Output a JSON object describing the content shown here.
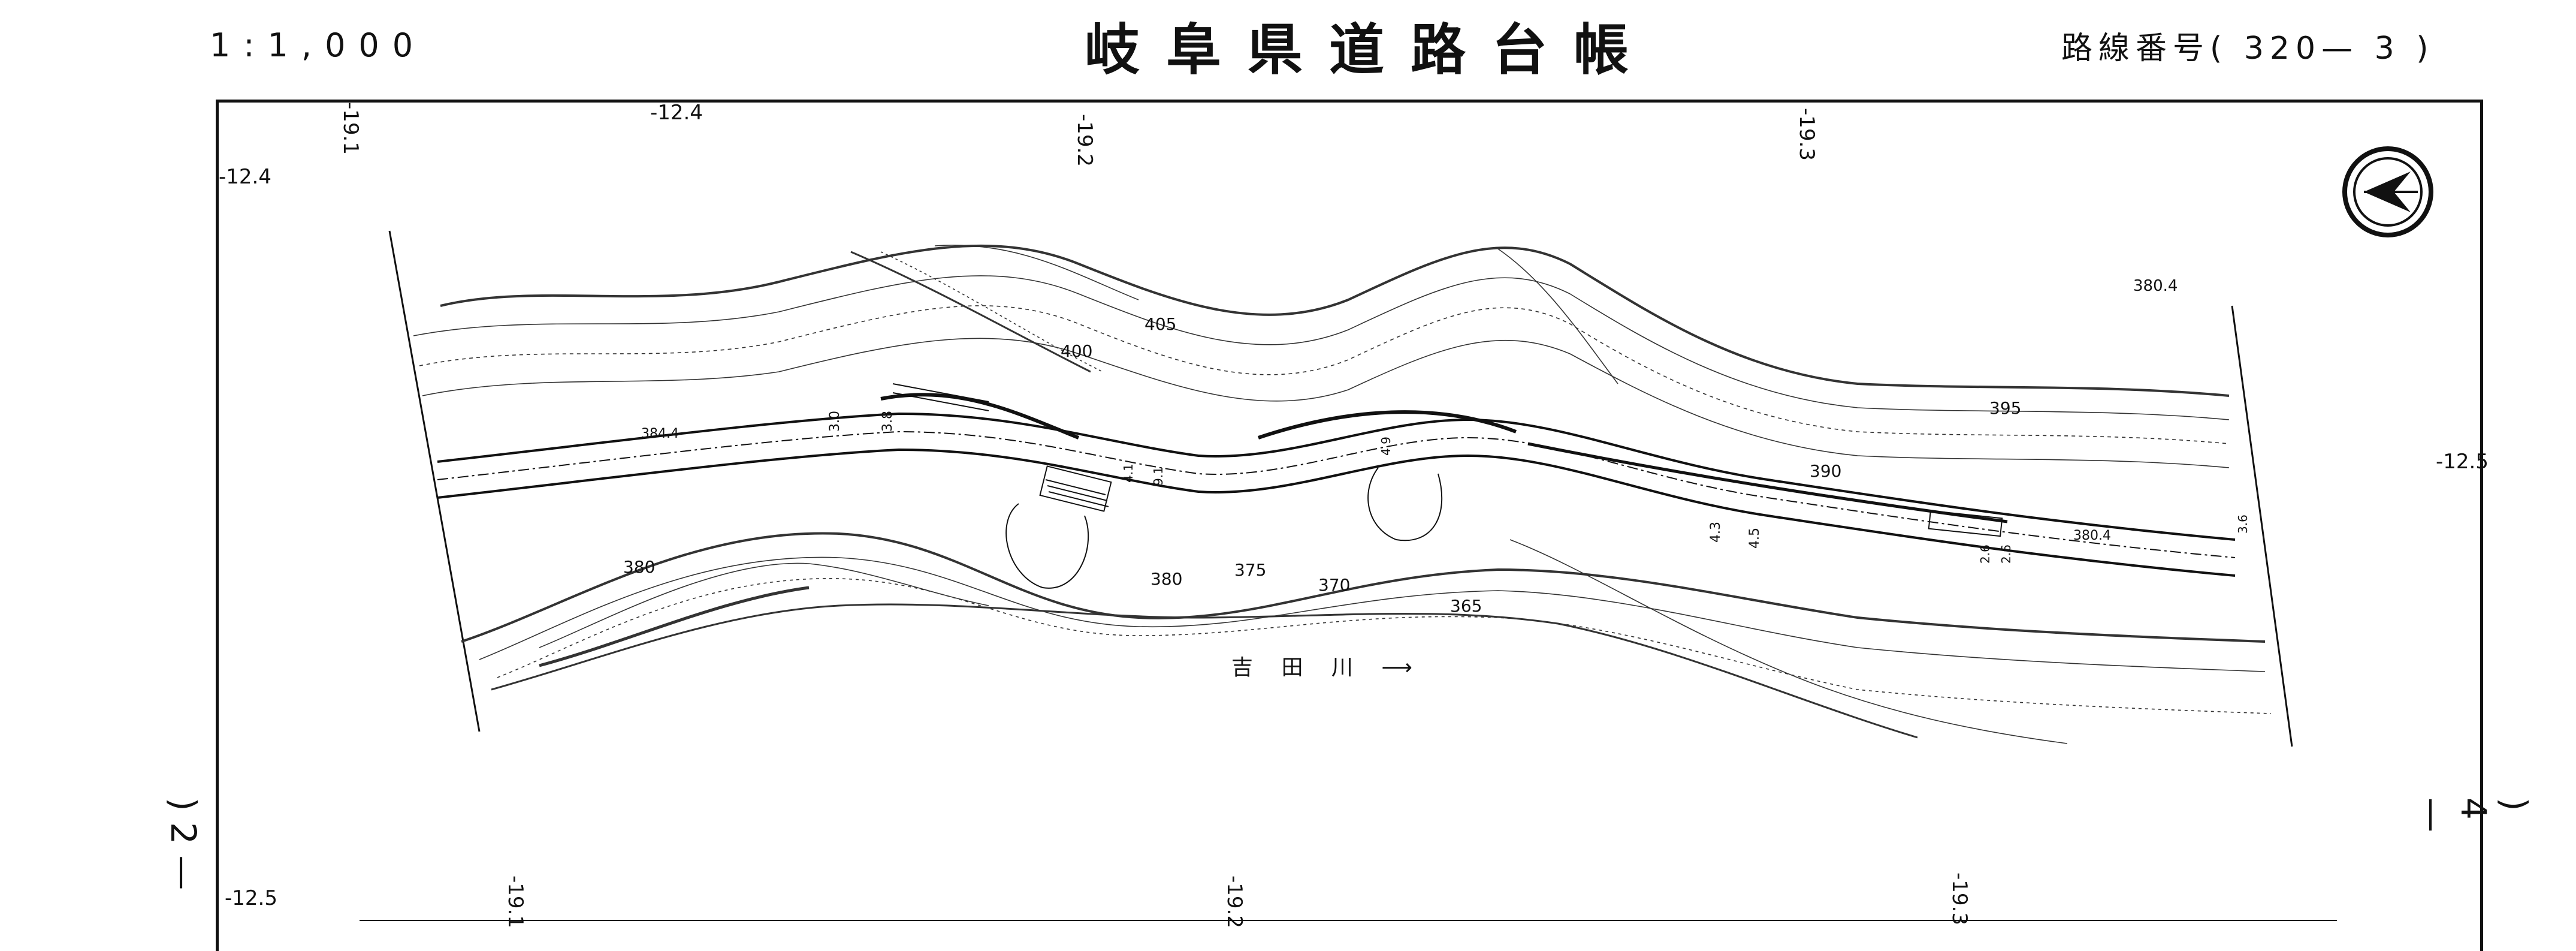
{
  "header": {
    "scale": "1:1,000",
    "title": "岐阜県道路台帳",
    "route_number": "路線番号( 320— 3 )"
  },
  "grid_labels": {
    "top_left": "-19.1",
    "top_1": "-12.4",
    "top_2": "-19.2",
    "top_3": "-19.3",
    "left_upper": "-12.4",
    "right_mid": "-12.5",
    "bottom_left": "-12.5",
    "bottom_1": "-19.1",
    "bottom_2": "-19.2",
    "bottom_3": "-19.3"
  },
  "map_labels": {
    "contours": [
      "405",
      "400",
      "395",
      "390",
      "380",
      "375",
      "370",
      "365",
      "380"
    ],
    "elevations": [
      "380.4",
      "384.4",
      "380.4"
    ],
    "river": "吉 田 川 ⟶",
    "road_widths": [
      "3.0",
      "3.8",
      "4.1",
      "9.1",
      "4.9",
      "4.3",
      "4.5",
      "2.6",
      "2.6",
      "3.6"
    ]
  },
  "sheet_marks": {
    "left": ") 2 —",
    "right": ") 4 —"
  },
  "north_arrow_icon": "north-arrow-icon"
}
